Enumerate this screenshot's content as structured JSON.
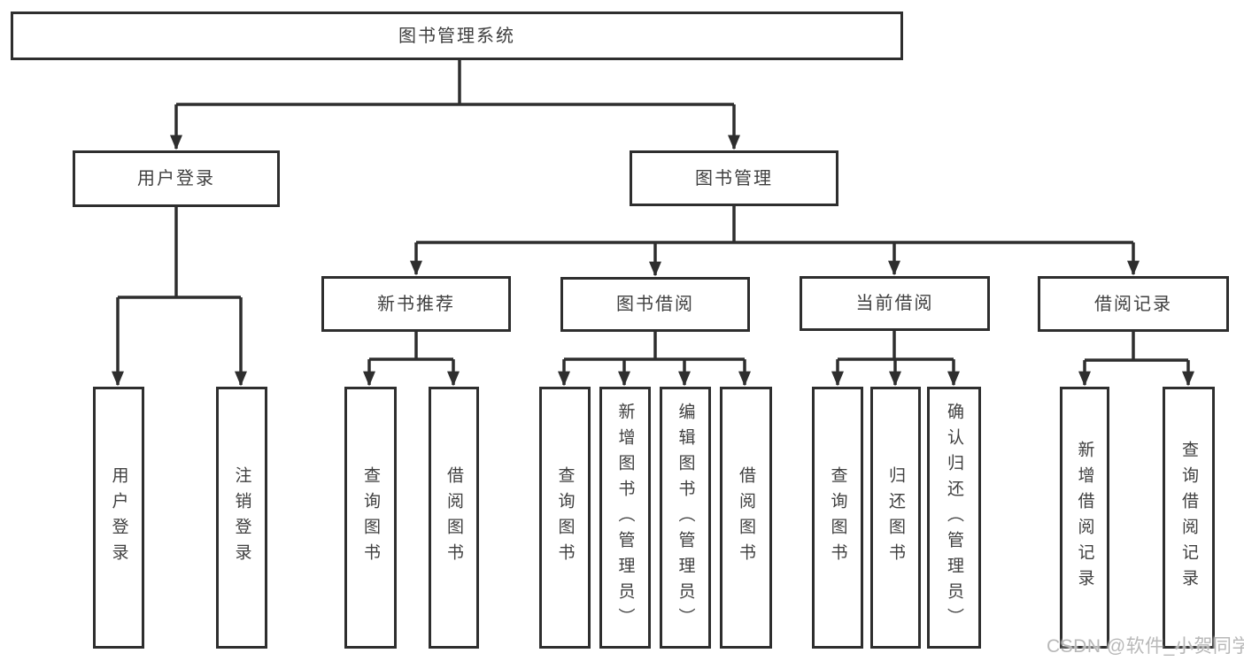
{
  "root": {
    "label": "图书管理系统"
  },
  "level2": [
    {
      "label": "用户登录"
    },
    {
      "label": "图书管理"
    }
  ],
  "level3": [
    {
      "label": "新书推荐",
      "parent": "图书管理"
    },
    {
      "label": "图书借阅",
      "parent": "图书管理"
    },
    {
      "label": "当前借阅",
      "parent": "图书管理"
    },
    {
      "label": "借阅记录",
      "parent": "图书管理"
    }
  ],
  "leaves": [
    {
      "label": "用户登录",
      "parent": "用户登录"
    },
    {
      "label": "注销登录",
      "parent": "用户登录"
    },
    {
      "label": "查询图书",
      "parent": "新书推荐"
    },
    {
      "label": "借阅图书",
      "parent": "新书推荐"
    },
    {
      "label": "查询图书",
      "parent": "图书借阅"
    },
    {
      "label": "新增图书（管理员）",
      "parent": "图书借阅"
    },
    {
      "label": "编辑图书（管理员）",
      "parent": "图书借阅"
    },
    {
      "label": "借阅图书",
      "parent": "图书借阅"
    },
    {
      "label": "查询图书",
      "parent": "当前借阅"
    },
    {
      "label": "归还图书",
      "parent": "当前借阅"
    },
    {
      "label": "确认归还（管理员）",
      "parent": "当前借阅"
    },
    {
      "label": "新增借阅记录",
      "parent": "借阅记录"
    },
    {
      "label": "查询借阅记录",
      "parent": "借阅记录"
    }
  ],
  "watermark": {
    "text": "CSDN @软件_小贺同学"
  },
  "colors": {
    "line": "#2e2e2e",
    "box_border": "#2e2e2e",
    "text": "#3f3f3f",
    "background": "#ffffff",
    "watermark": "#b8b8b8"
  }
}
